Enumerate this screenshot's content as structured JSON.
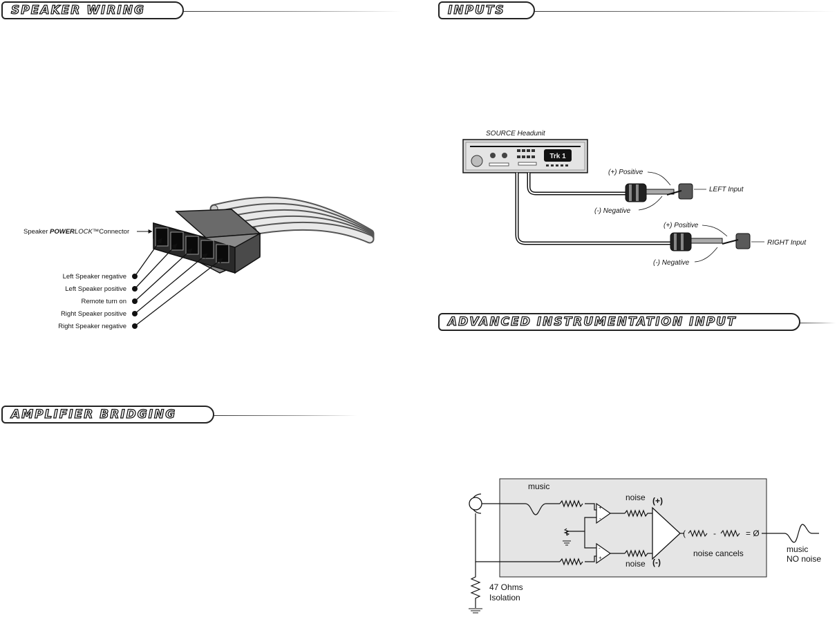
{
  "headers": {
    "speaker_wiring": "SPEAKER WIRING",
    "inputs": "INPUTS",
    "amplifier_bridging": "AMPLIFIER BRIDGING",
    "advanced_input": "ADVANCED INSTRUMENTATION INPUT"
  },
  "speaker_wiring": {
    "connector_prefix": "Speaker ",
    "connector_brand": "POWER",
    "connector_brand2": "LOCK",
    "connector_suffix": "™Connector",
    "terminals": [
      "Left Speaker negative",
      "Left Speaker positive",
      "Remote turn on",
      "Right Speaker positive",
      "Right Speaker negative"
    ]
  },
  "inputs": {
    "source_label": "SOURCE Headunit",
    "display_text": "Trk 1",
    "left_positive": "(+) Positive",
    "left_negative": "(-) Negative",
    "left_input": "LEFT Input",
    "right_positive": "(+) Positive",
    "right_negative": "(-) Negative",
    "right_input": "RIGHT Input"
  },
  "advanced": {
    "music_in": "music",
    "noise_top": "noise",
    "plus": "(+)",
    "noise_bottom": "noise",
    "minus": "(-)",
    "noise_cancels": "noise cancels",
    "equation_open": "(",
    "equation_minus": "-",
    "equation_result": "= Ø",
    "music_out_line1": "music",
    "music_out_line2": "NO noise",
    "isolation_line1": "47 Ohms",
    "isolation_line2": "Isolation"
  }
}
